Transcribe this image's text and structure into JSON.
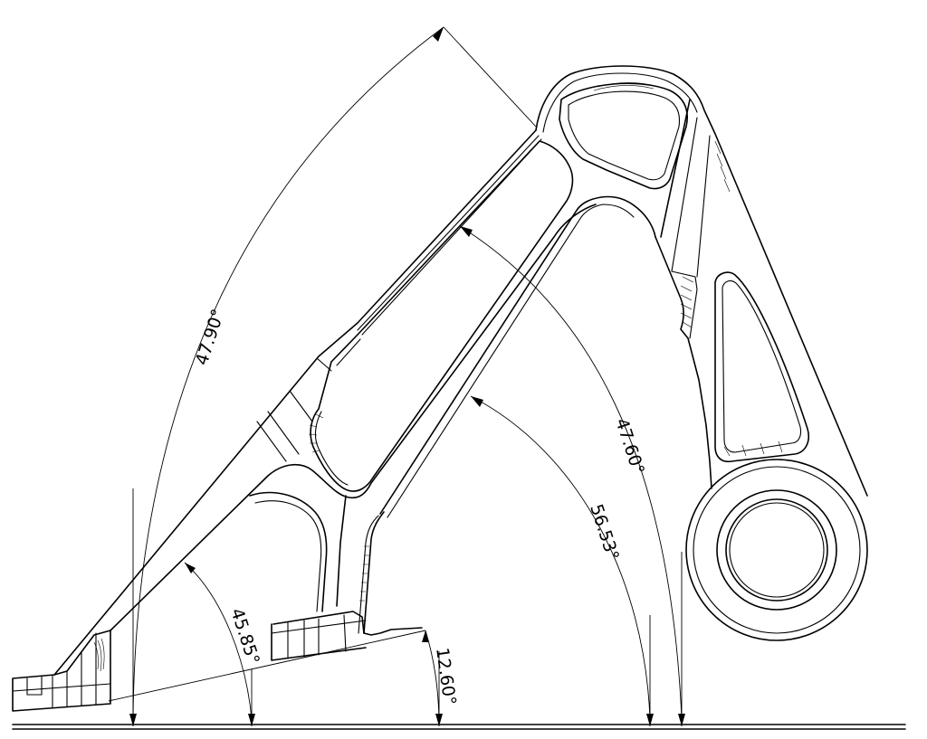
{
  "drawing": {
    "dimensions": [
      {
        "id": "angle-47-90",
        "label": "47.90°"
      },
      {
        "id": "angle-47-60",
        "label": "47.60°"
      },
      {
        "id": "angle-56-53",
        "label": "56.53°"
      },
      {
        "id": "angle-45-85",
        "label": "45.85°"
      },
      {
        "id": "angle-12-60",
        "label": "12.60°"
      }
    ]
  }
}
